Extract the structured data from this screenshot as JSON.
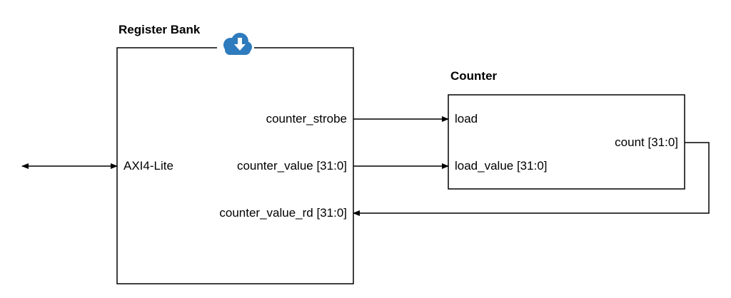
{
  "register_bank": {
    "title": "Register Bank",
    "axi_port": "AXI4-Lite",
    "ports": {
      "counter_strobe": "counter_strobe",
      "counter_value": "counter_value [31:0]",
      "counter_value_rd": "counter_value_rd [31:0]"
    },
    "icon": "cloud-download-icon"
  },
  "counter": {
    "title": "Counter",
    "ports": {
      "load": "load",
      "load_value": "load_value [31:0]",
      "count": "count [31:0]"
    }
  },
  "colors": {
    "line": "#000000",
    "icon_blue": "#2e7bbd",
    "background": "#ffffff"
  }
}
